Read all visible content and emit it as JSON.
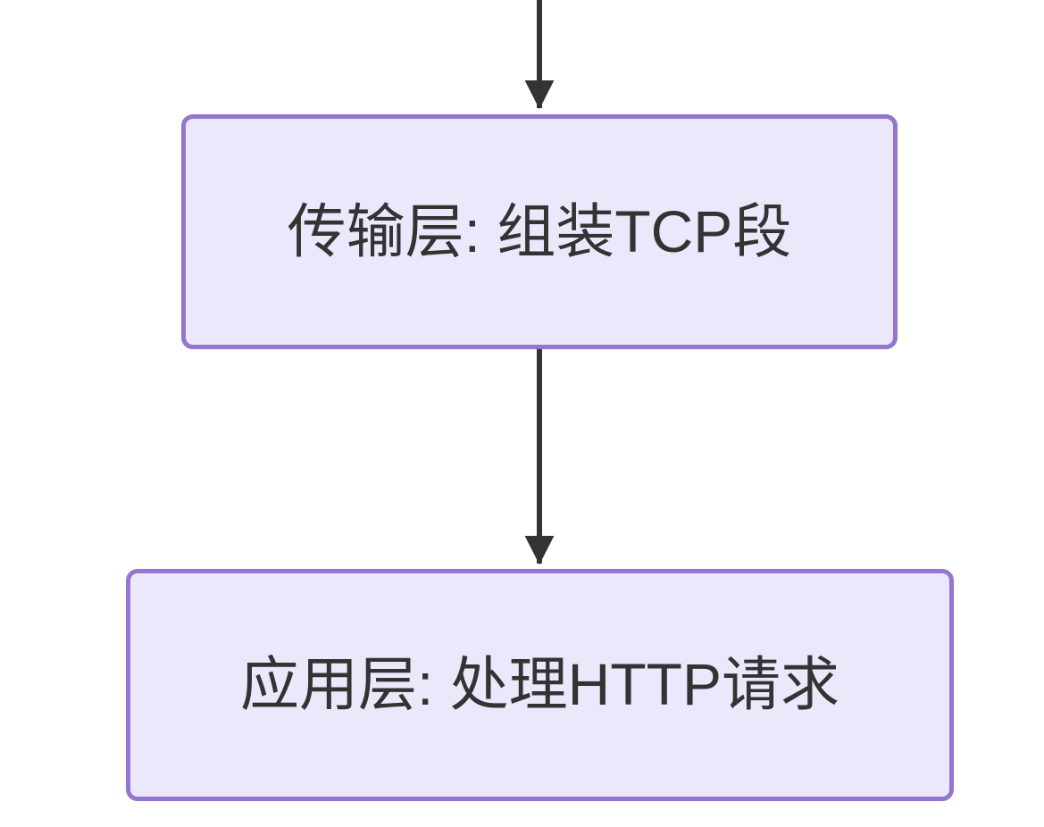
{
  "diagram": {
    "type": "flowchart",
    "direction": "top-to-bottom",
    "title": "",
    "background_color": "#ffffff",
    "node_fill_color": "#ECE8FB",
    "node_border_color": "#9575CD",
    "node_text_color": "#333333",
    "edge_color": "#333333",
    "nodes": [
      {
        "id": "transport",
        "label": "传输层: 组装TCP段",
        "shape": "rounded-rectangle"
      },
      {
        "id": "application",
        "label": "应用层: 处理HTTP请求",
        "shape": "rounded-rectangle"
      }
    ],
    "edges": [
      {
        "id": "edge-incoming-to-transport",
        "from": "",
        "to": "transport",
        "label": "",
        "arrowhead": "filled-triangle"
      },
      {
        "id": "edge-transport-to-application",
        "from": "transport",
        "to": "application",
        "label": "",
        "arrowhead": "filled-triangle"
      }
    ]
  }
}
